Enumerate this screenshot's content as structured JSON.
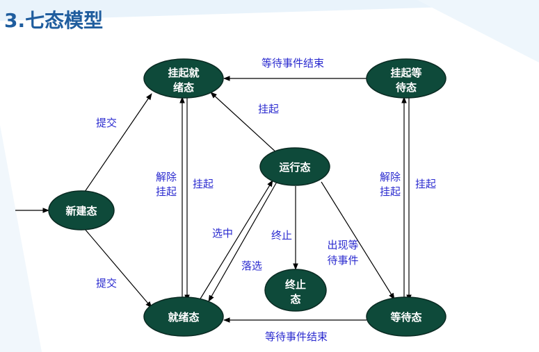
{
  "title": "3.七态模型",
  "nodes": {
    "suspend_ready": [
      "挂起就",
      "绪态"
    ],
    "suspend_wait": [
      "挂起等",
      "待态"
    ],
    "running": [
      "运行态"
    ],
    "new": [
      "新建态"
    ],
    "terminated": [
      "终止",
      "态"
    ],
    "ready": [
      "就绪态"
    ],
    "waiting": [
      "等待态"
    ]
  },
  "edges": {
    "suspend_wait_to_suspend_ready": [
      "等待事件结束"
    ],
    "new_to_suspend_ready": [
      "提交"
    ],
    "running_to_suspend_ready": [
      "挂起"
    ],
    "ready_to_suspend_ready": [
      "解除",
      "挂起"
    ],
    "suspend_ready_to_ready": [
      "挂起"
    ],
    "ready_to_running": [
      "选中"
    ],
    "running_to_ready": [
      "落选"
    ],
    "running_to_terminated": [
      "终止"
    ],
    "running_to_waiting": [
      "出现等",
      "待事件"
    ],
    "waiting_to_suspend_wait_release": [
      "解除",
      "挂起"
    ],
    "waiting_to_suspend_wait": [
      "挂起"
    ],
    "new_to_ready": [
      "提交"
    ],
    "waiting_to_ready": [
      "等待事件结束"
    ]
  },
  "colors": {
    "node_fill": "#0e4a3a",
    "node_stroke": "#0a2a22",
    "label_blue": "#2a2acf",
    "title": "#1f5d9e"
  }
}
